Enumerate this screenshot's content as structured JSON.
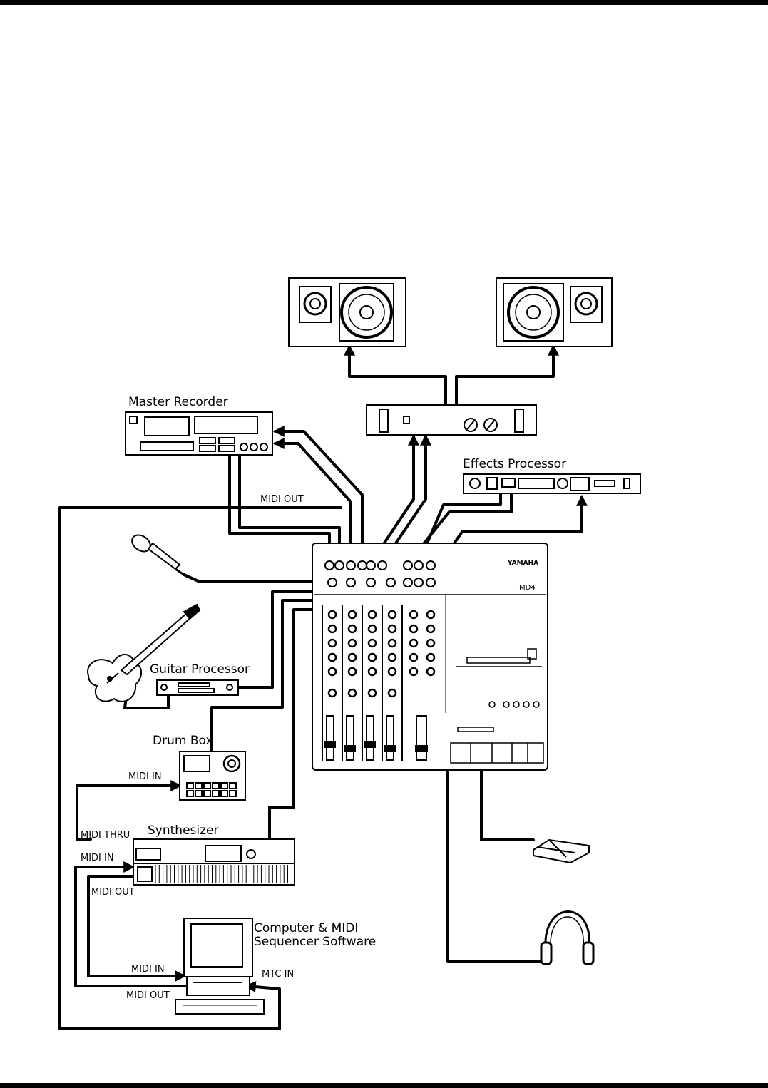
{
  "diagram": {
    "labels": {
      "master_recorder": "Master Recorder",
      "effects_processor": "Effects Processor",
      "midi_out_top": "MIDI OUT",
      "guitar_processor": "Guitar Processor",
      "drum_box": "Drum Box",
      "midi_in_drum": "MIDI IN",
      "midi_thru": "MIDI THRU",
      "synthesizer": "Synthesizer",
      "midi_in_synth": "MIDI IN",
      "midi_out_synth": "MIDI OUT",
      "computer_line1": "Computer & MIDI",
      "computer_line2": "Sequencer Software",
      "midi_in_computer": "MIDI IN",
      "midi_out_computer": "MIDI OUT",
      "mtc_in": "MTC IN",
      "mixer_brand": "YAMAHA",
      "mixer_model": "MD4"
    },
    "colors": {
      "ink": "#000000",
      "paper": "#ffffff"
    }
  }
}
